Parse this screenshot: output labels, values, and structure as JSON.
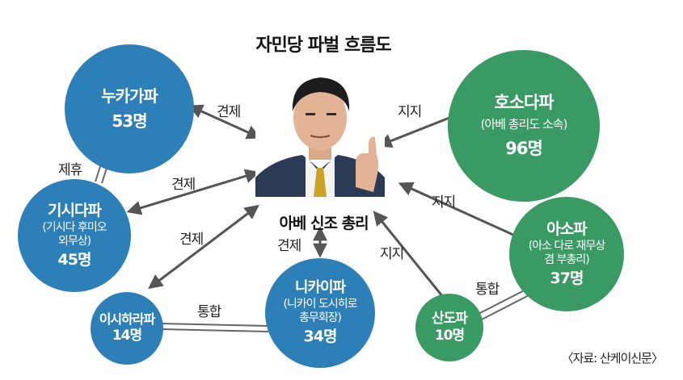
{
  "title": "자민당 파벌 흐름도",
  "center": {
    "label": "아베 신조 총리"
  },
  "factions": {
    "nukaga": {
      "name": "누카가파",
      "count": "53명"
    },
    "kishida": {
      "name": "기시다파",
      "sub1": "(기시다 후미오",
      "sub2": "외무상)",
      "count": "45명"
    },
    "ishihara": {
      "name": "이시하라파",
      "count": "14명"
    },
    "nikai": {
      "name": "니카이파",
      "sub1": "(니카이 도시히로",
      "sub2": "총무회장)",
      "count": "34명"
    },
    "hosoda": {
      "name": "호소다파",
      "sub1": "(아베 총리도 소속)",
      "count": "96명"
    },
    "aso": {
      "name": "아소파",
      "sub1": "(아소 다로 재무상",
      "sub2": "겸 부총리)",
      "count": "37명"
    },
    "sando": {
      "name": "산도파",
      "count": "10명"
    }
  },
  "relations": {
    "nukaga_check": "견제",
    "kishida_check": "견제",
    "ishihara_check": "견제",
    "nikai_check": "견제",
    "hosoda_support": "지지",
    "aso_support": "지지",
    "sando_support": "지지",
    "alliance": "제휴",
    "merge_left": "통합",
    "merge_right": "통합"
  },
  "source": "〈자료: 산케이신문〉",
  "colors": {
    "blue": "#2d7fb7",
    "green": "#3a9a63",
    "arrow": "#555555"
  }
}
